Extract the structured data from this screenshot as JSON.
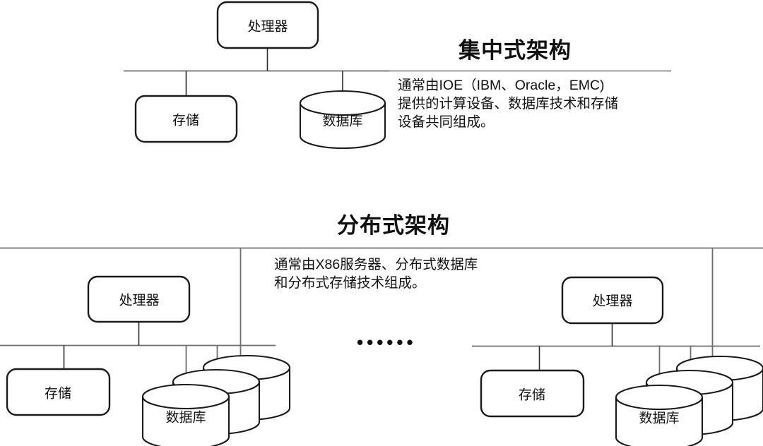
{
  "figure": {
    "kind": "architecture-comparison-diagram",
    "background_color": "#ffffff",
    "stroke_color": "#1a1a1a",
    "rule_color": "#808080"
  },
  "centralized": {
    "title": "集中式架构",
    "description_lines": [
      "通常由IOE（IBM、Oracle，EMC)",
      "提供的计算设备、数据库技术和存储",
      "设备共同组成。"
    ],
    "nodes": {
      "processor": "处理器",
      "storage": "存储",
      "database": "数据库"
    }
  },
  "distributed": {
    "title": "分布式架构",
    "description_lines": [
      "通常由X86服务器、分布式数据库",
      "和分布式存储技术组成。"
    ],
    "ellipsis": "••••••",
    "clusters": [
      {
        "name": "left-cluster",
        "processor": "处理器",
        "storage": "存储",
        "database": "数据库",
        "database_count": 3
      },
      {
        "name": "right-cluster",
        "processor": "处理器",
        "storage": "存储",
        "database": "数据库",
        "database_count": 3
      }
    ]
  }
}
